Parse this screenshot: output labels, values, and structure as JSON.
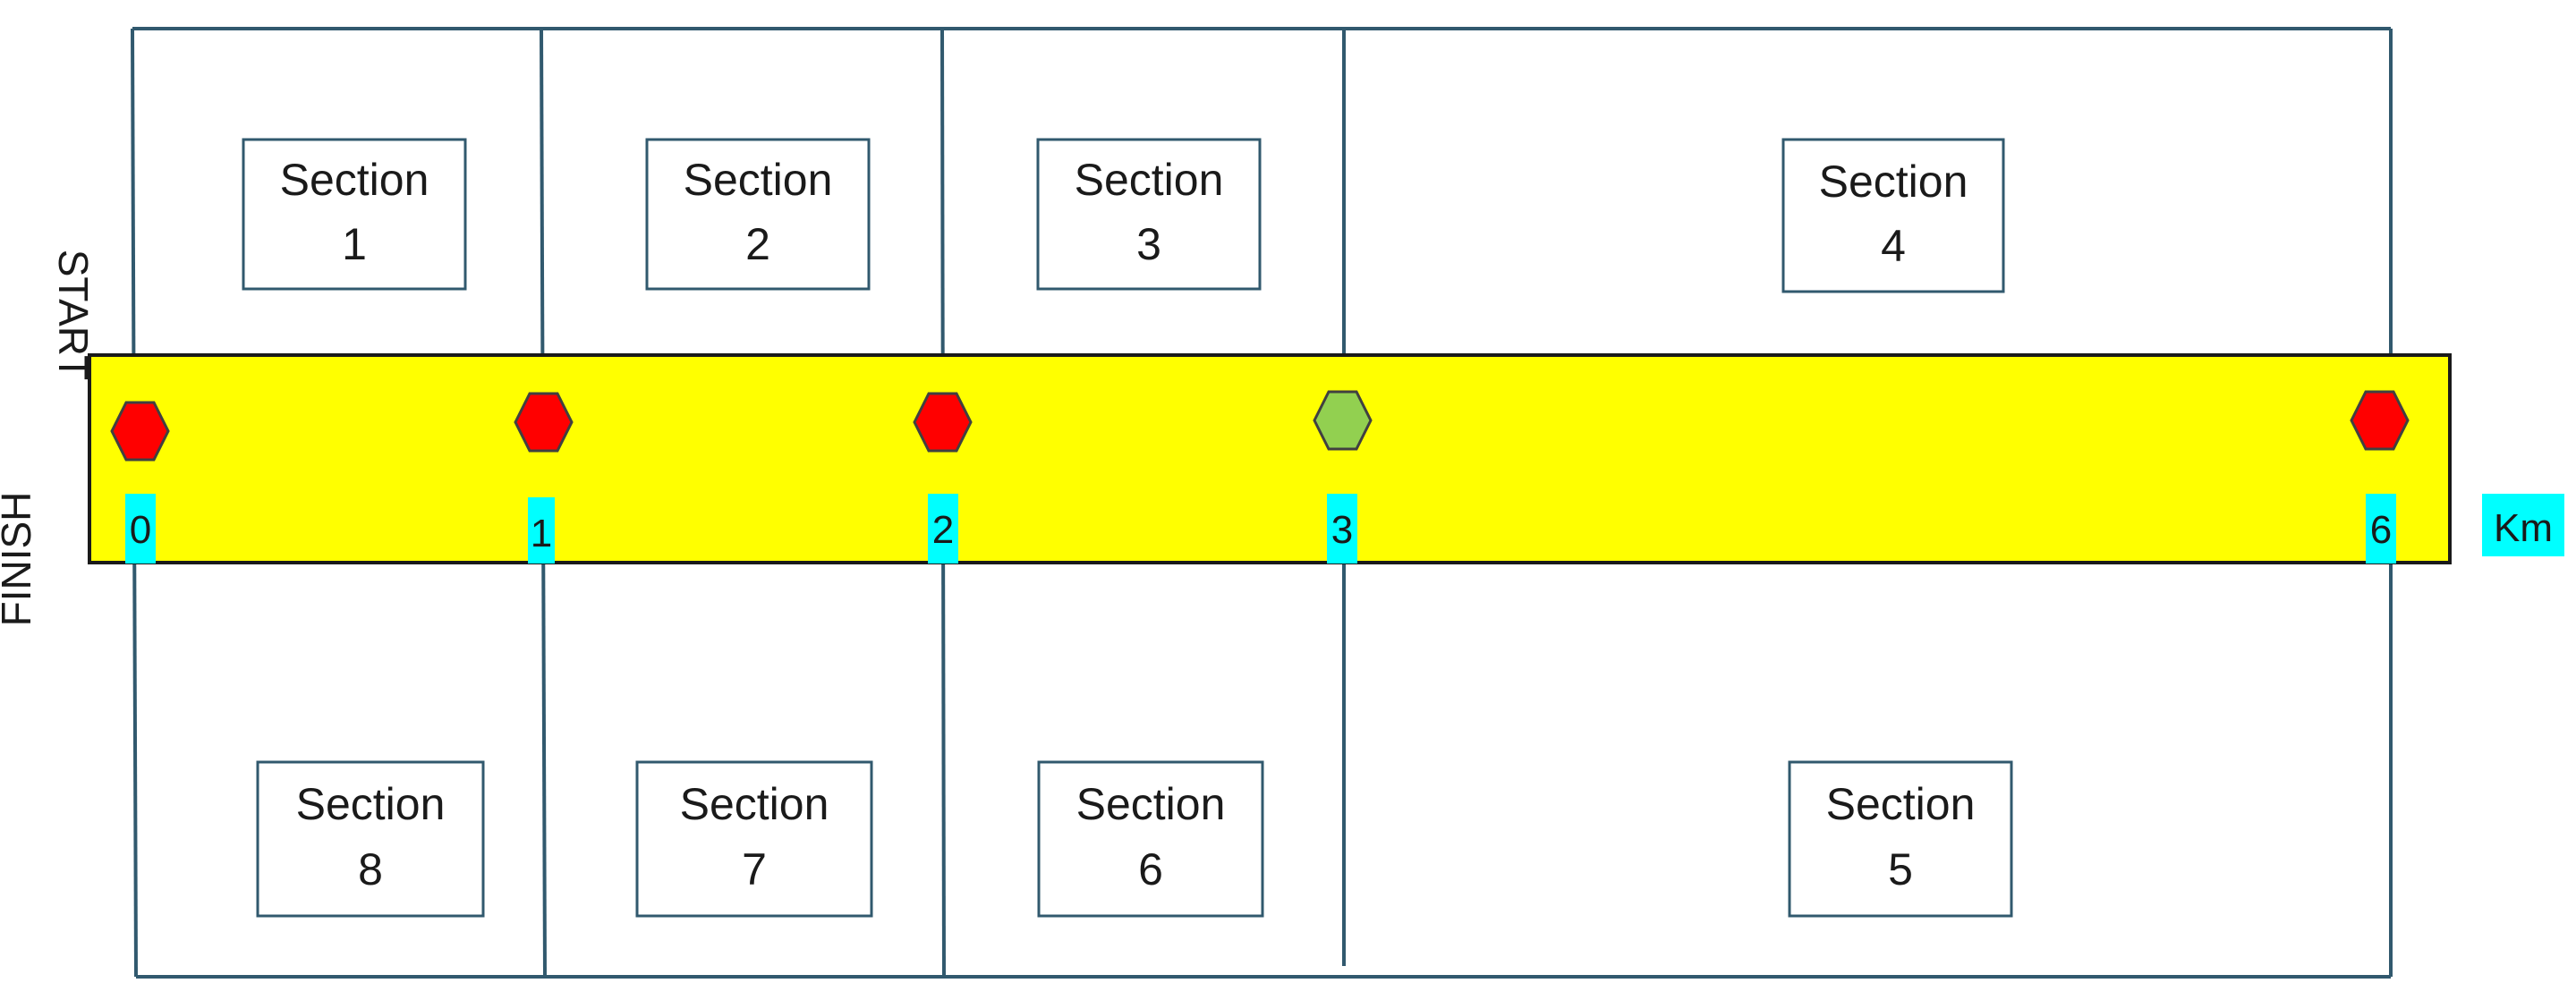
{
  "start_label": "START",
  "finish_label": "FINISH",
  "unit_label": "Km",
  "colors": {
    "road": "#ffff00",
    "grid_line": "#31596e",
    "marker_stop": "#ff0000",
    "marker_current": "#92d050",
    "tick_label_bg": "#00ffff"
  },
  "markers": [
    {
      "km": "0",
      "status": "red"
    },
    {
      "km": "1",
      "status": "red"
    },
    {
      "km": "2",
      "status": "red"
    },
    {
      "km": "3",
      "status": "green"
    },
    {
      "km": "6",
      "status": "red"
    }
  ],
  "sections_top": [
    {
      "line1": "Section",
      "line2": "1"
    },
    {
      "line1": "Section",
      "line2": "2"
    },
    {
      "line1": "Section",
      "line2": "3"
    },
    {
      "line1": "Section",
      "line2": "4"
    }
  ],
  "sections_bottom": [
    {
      "line1": "Section",
      "line2": "8"
    },
    {
      "line1": "Section",
      "line2": "7"
    },
    {
      "line1": "Section",
      "line2": "6"
    },
    {
      "line1": "Section",
      "line2": "5"
    }
  ]
}
